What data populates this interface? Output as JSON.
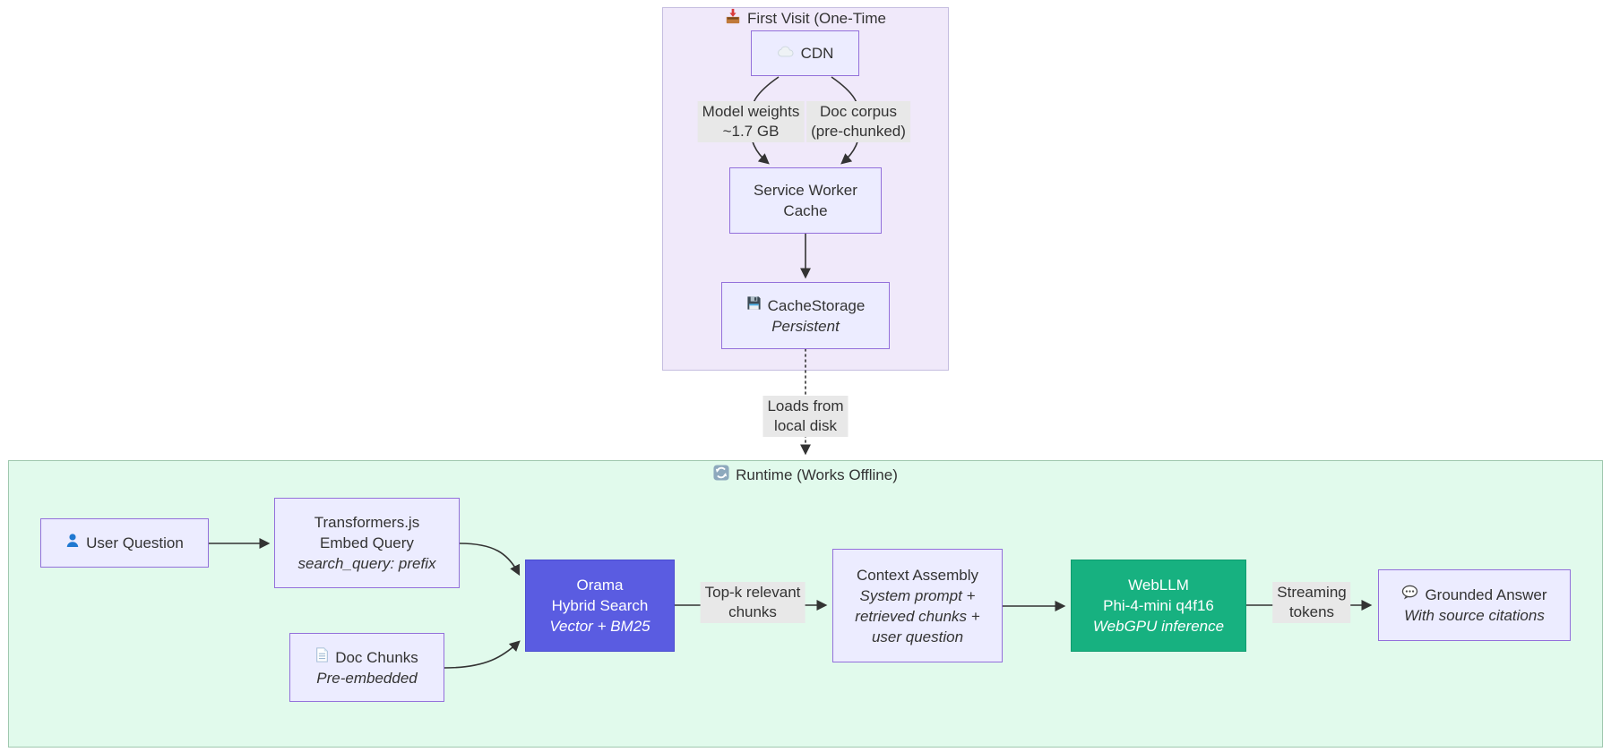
{
  "diagram": {
    "clusters": {
      "first_visit": {
        "icon": "inbox-tray-icon",
        "title": "First Visit (One-Time"
      },
      "runtime": {
        "icon": "arrows-counterclockwise-icon",
        "title": "Runtime (Works Offline)"
      }
    },
    "nodes": {
      "cdn": {
        "icon": "cloud-icon",
        "label": "CDN"
      },
      "service_worker": {
        "lines": [
          "Service Worker",
          "Cache"
        ]
      },
      "cache_storage": {
        "icon": "floppy-disk-icon",
        "label": "CacheStorage",
        "sublabel": "Persistent"
      },
      "user_question": {
        "icon": "person-icon",
        "label": "User Question"
      },
      "transformers": {
        "lines": [
          "Transformers.js",
          "Embed Query"
        ],
        "italic_line": "search_query: prefix"
      },
      "doc_chunks": {
        "icon": "document-icon",
        "label": "Doc Chunks",
        "sublabel": "Pre-embedded"
      },
      "orama": {
        "lines": [
          "Orama",
          "Hybrid Search"
        ],
        "italic_line": "Vector + BM25"
      },
      "context_assembly": {
        "lines": [
          "Context Assembly"
        ],
        "italic_lines": [
          "System prompt +",
          "retrieved chunks +",
          "user question"
        ]
      },
      "webllm": {
        "lines": [
          "WebLLM",
          "Phi-4-mini q4f16"
        ],
        "italic_line": "WebGPU inference"
      },
      "grounded_answer": {
        "icon": "speech-balloon-icon",
        "label": "Grounded Answer",
        "sublabel": "With source citations"
      }
    },
    "edge_labels": {
      "model_weights": {
        "line1": "Model weights",
        "line2": "~1.7 GB"
      },
      "doc_corpus": {
        "line1": "Doc corpus",
        "line2": "(pre-chunked)"
      },
      "loads_from_disk": {
        "line1": "Loads from",
        "line2": "local disk"
      },
      "topk_chunks": {
        "line1": "Top-k relevant",
        "line2": "chunks"
      },
      "streaming_tokens": {
        "line1": "Streaming",
        "line2": "tokens"
      }
    },
    "colors": {
      "node_fill": "#ECECFF",
      "node_border": "#9370DB",
      "first_visit_cluster_fill": "#f0e9fa",
      "runtime_cluster_fill": "#e1faec",
      "orama_fill": "#5a5ce1",
      "webllm_fill": "#17b180",
      "edge_label_bg": "#e8e8e8",
      "arrow_color": "#333333"
    }
  }
}
